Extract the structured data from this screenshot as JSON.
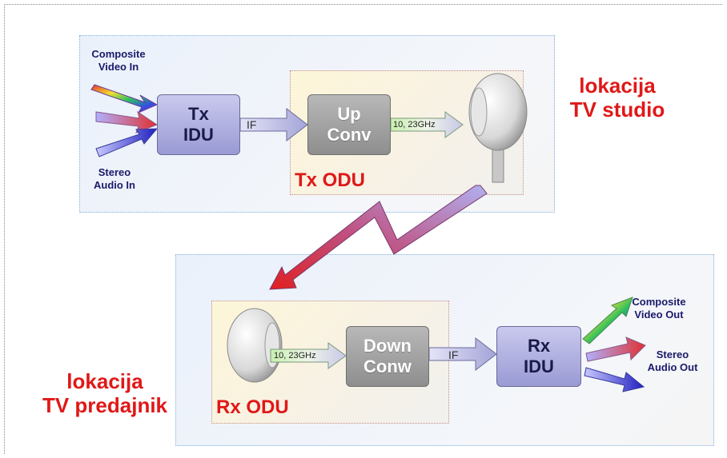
{
  "tx_location": {
    "line1": "lokacija",
    "line2": "TV studio"
  },
  "rx_location": {
    "line1": "lokacija",
    "line2": "TV predajnik"
  },
  "tx_inputs": {
    "video": [
      "Composite",
      "Video In"
    ],
    "audio": [
      "Stereo",
      "Audio In"
    ]
  },
  "rx_outputs": {
    "video": [
      "Composite",
      "Video Out"
    ],
    "audio": [
      "Stereo",
      "Audio Out"
    ]
  },
  "tx_idu": [
    "Tx",
    "IDU"
  ],
  "rx_idu": [
    "Rx",
    "IDU"
  ],
  "up_conv": [
    "Up",
    "Conv"
  ],
  "down_conv": [
    "Down",
    "Conw"
  ],
  "tx_odu_label": "Tx ODU",
  "rx_odu_label": "Rx ODU",
  "if_label": "IF",
  "freq_label": "10, 23GHz",
  "colors": {
    "location_text": "#e01818",
    "idu_fill": "#a8a8dc",
    "conv_fill": "#a0a0a0",
    "zone_border": "#7fb0e0"
  }
}
